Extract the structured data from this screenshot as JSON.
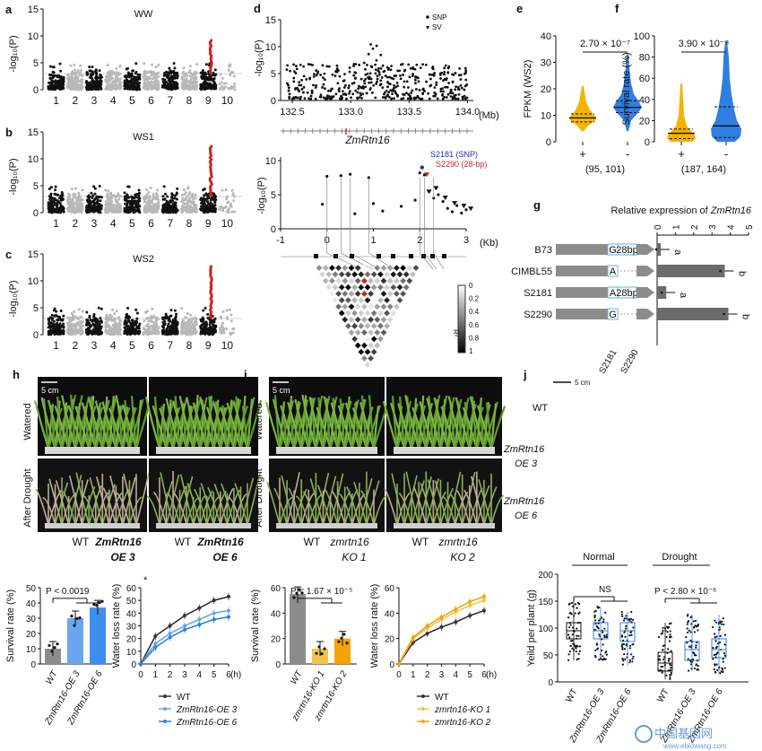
{
  "panels": {
    "a": {
      "label": "a",
      "title": "WW",
      "ylabel": "-log₁₀(P)",
      "yticks": [
        "0",
        "5",
        "10",
        "15"
      ],
      "chroms": [
        "1",
        "2",
        "3",
        "4",
        "5",
        "6",
        "7",
        "8",
        "9",
        "10"
      ],
      "hit_chrom": "9",
      "peak_logp": 9.3
    },
    "b": {
      "label": "b",
      "title": "WS1",
      "ylabel": "-log₁₀(P)",
      "yticks": [
        "0",
        "5",
        "10",
        "15"
      ],
      "chroms": [
        "1",
        "2",
        "3",
        "4",
        "5",
        "6",
        "7",
        "8",
        "9",
        "10"
      ],
      "hit_chrom": "9",
      "peak_logp": 12.5
    },
    "c": {
      "label": "c",
      "title": "WS2",
      "ylabel": "-log₁₀(P)",
      "yticks": [
        "0",
        "5",
        "10",
        "15"
      ],
      "chroms": [
        "1",
        "2",
        "3",
        "4",
        "5",
        "6",
        "7",
        "8",
        "9",
        "10"
      ],
      "hit_chrom": "9",
      "peak_logp": 12.8
    },
    "d": {
      "label": "d",
      "ylabel": "-log₁₀(P)",
      "yticks_top": [
        "0",
        "5",
        "10",
        "15"
      ],
      "xticks_top": [
        "132.5",
        "133.0",
        "133.5",
        "134.0"
      ],
      "xunit_top": "(Mb)",
      "legend": [
        "SNP",
        "SV"
      ],
      "gene": "ZmRtn16",
      "yticks_mid": [
        "0",
        "5",
        "10"
      ],
      "xticks_mid": [
        "-1",
        "0",
        "1",
        "2",
        "3"
      ],
      "xunit_mid": "(Kb)",
      "snp_label": "S2181 (SNP)",
      "sv_label": "S2290 (28-bp)",
      "r2_ticks": [
        "0",
        "0.2",
        "0.4",
        "0.6",
        "0.8",
        "1"
      ],
      "r2_label": "R²",
      "colors": {
        "snp_label": "#1f2fbf",
        "sv_label": "#d21f1f",
        "hit": "#d21f1f"
      }
    },
    "e": {
      "label": "e",
      "ylabel": "FPKM (WS2)",
      "yticks": [
        "0",
        "10",
        "20",
        "30",
        "40"
      ],
      "pvalue": "2.70 × 10⁻⁷",
      "groups": [
        "+",
        "-"
      ],
      "n": "(95, 101)"
    },
    "f": {
      "label": "f",
      "ylabel": "Survival rate (%)",
      "yticks": [
        "0",
        "20",
        "40",
        "60",
        "80",
        "100"
      ],
      "pvalue": "3.90 × 10⁻⁸",
      "groups": [
        "+",
        "-"
      ],
      "n": "(187, 164)"
    },
    "g": {
      "label": "g",
      "title": "Relative expression of ",
      "title_gene": "ZmRtn16",
      "xticks": [
        "0",
        "1",
        "2",
        "3",
        "4",
        "5"
      ],
      "lines": [
        {
          "name": "B73",
          "snp": "G",
          "sv": "28bp",
          "value": 0.2,
          "sig": "a"
        },
        {
          "name": "CIMBL55",
          "snp": "A",
          "sv": "",
          "value": 3.7,
          "sig": "b"
        },
        {
          "name": "S2181",
          "snp": "A",
          "sv": "28bp",
          "value": 0.5,
          "sig": "a"
        },
        {
          "name": "S2290",
          "snp": "G",
          "sv": "",
          "value": 3.9,
          "sig": "b"
        }
      ],
      "markers": [
        "S2181",
        "S2290"
      ]
    },
    "h": {
      "label": "h",
      "scale": "5 cm",
      "rows": [
        "Watered",
        "After Drought"
      ],
      "cols": [
        "WT",
        "ZmRtn16",
        "OE 3",
        "WT",
        "ZmRtn16",
        "OE 6"
      ],
      "bar_ylabel": "Survival rate (%)",
      "bar_yticks": [
        "0",
        "10",
        "20",
        "30",
        "40",
        "50"
      ],
      "bar_pvalue": "P < 0.0019",
      "bar_groups": [
        "WT",
        "ZmRtn16-OE 3",
        "ZmRtn16-OE 6"
      ],
      "bar_values": [
        10,
        30,
        37
      ],
      "line_ylabel": "Water loss rate (%)",
      "line_yticks": [
        "0",
        "10",
        "20",
        "30",
        "40",
        "50",
        "60"
      ],
      "line_xticks": [
        "0",
        "1",
        "2",
        "3",
        "4",
        "5",
        "6"
      ],
      "line_xunit": "(h)",
      "legend": [
        "WT",
        "ZmRtn16-OE 3",
        "ZmRtn16-OE 6"
      ],
      "colors": {
        "wt": "#333333",
        "oe3": "#6aa6f0",
        "oe6": "#2f7fe0"
      }
    },
    "i": {
      "label": "i",
      "scale": "5 cm",
      "rows": [
        "Watered",
        "After Drought"
      ],
      "cols": [
        "WT",
        "zmrtn16",
        "KO 1",
        "WT",
        "zmrtn16",
        "KO 2"
      ],
      "bar_ylabel": "Survival rate (%)",
      "bar_yticks": [
        "0",
        "20",
        "40",
        "60"
      ],
      "bar_pvalue": "P < 1.67 × 10⁻⁵",
      "bar_groups": [
        "WT",
        "zmrtn16-KO 1",
        "zmrtn16-KO 2"
      ],
      "bar_values": [
        55,
        12,
        20
      ],
      "line_ylabel": "Water loss rate (%)",
      "line_yticks": [
        "0",
        "20",
        "40",
        "60"
      ],
      "line_xticks": [
        "0",
        "1",
        "2",
        "3",
        "4",
        "5",
        "6"
      ],
      "line_xunit": "(h)",
      "legend": [
        "WT",
        "zmrtn16-KO 1",
        "zmrtn16-KO 2"
      ],
      "colors": {
        "wt": "#333333",
        "ko1": "#f2c44a",
        "ko2": "#f5a300"
      }
    },
    "j": {
      "label": "j",
      "scale": "5 cm",
      "rows": [
        "WT",
        "ZmRtn16",
        "OE 3",
        "ZmRtn16",
        "OE 6"
      ],
      "ylabel": "Yeild per plant (g)",
      "yticks": [
        "0",
        "50",
        "100",
        "150",
        "200"
      ],
      "normal": "Normal",
      "drought": "Drought",
      "ns": "NS",
      "pvalue": "P < 2.80 × 10⁻⁶",
      "groups": [
        "WT",
        "ZmRtn16-OE 3",
        "ZmRtn16-OE 6"
      ],
      "watermark": [
        "中国基因网",
        "www.ebiowang.com"
      ]
    }
  },
  "chart_data": [
    {
      "type": "scatter",
      "title": "WW",
      "xlabel": "",
      "ylabel": "-log10(P)",
      "ylim": [
        0,
        15
      ],
      "categories": [
        "1",
        "2",
        "3",
        "4",
        "5",
        "6",
        "7",
        "8",
        "9",
        "10"
      ],
      "peak": {
        "chrom": "9",
        "value": 9.3
      }
    },
    {
      "type": "scatter",
      "title": "WS1",
      "xlabel": "",
      "ylabel": "-log10(P)",
      "ylim": [
        0,
        15
      ],
      "categories": [
        "1",
        "2",
        "3",
        "4",
        "5",
        "6",
        "7",
        "8",
        "9",
        "10"
      ],
      "peak": {
        "chrom": "9",
        "value": 12.5
      }
    },
    {
      "type": "scatter",
      "title": "WS2",
      "xlabel": "",
      "ylabel": "-log10(P)",
      "ylim": [
        0,
        15
      ],
      "categories": [
        "1",
        "2",
        "3",
        "4",
        "5",
        "6",
        "7",
        "8",
        "9",
        "10"
      ],
      "peak": {
        "chrom": "9",
        "value": 12.8
      }
    },
    {
      "type": "bar",
      "title": "",
      "xlabel": "",
      "ylabel": "Survival rate (%)",
      "ylim": [
        0,
        50
      ],
      "categories": [
        "WT",
        "ZmRtn16-OE 3",
        "ZmRtn16-OE 6"
      ],
      "values": [
        10,
        30,
        37
      ]
    },
    {
      "type": "line",
      "title": "",
      "xlabel": "(h)",
      "ylabel": "Water loss rate (%)",
      "ylim": [
        0,
        60
      ],
      "x": [
        0,
        1,
        2,
        3,
        4,
        5,
        6
      ],
      "series": [
        {
          "name": "WT",
          "values": [
            0,
            22,
            30,
            38,
            44,
            50,
            53
          ]
        },
        {
          "name": "ZmRtn16-OE 3",
          "values": [
            0,
            16,
            24,
            30,
            35,
            40,
            42
          ]
        },
        {
          "name": "ZmRtn16-OE 6",
          "values": [
            0,
            13,
            21,
            27,
            31,
            35,
            37
          ]
        }
      ]
    },
    {
      "type": "bar",
      "title": "",
      "xlabel": "",
      "ylabel": "Survival rate (%)",
      "ylim": [
        0,
        60
      ],
      "categories": [
        "WT",
        "zmrtn16-KO 1",
        "zmrtn16-KO 2"
      ],
      "values": [
        55,
        12,
        20
      ]
    },
    {
      "type": "line",
      "title": "",
      "xlabel": "(h)",
      "ylabel": "Water loss rate (%)",
      "ylim": [
        0,
        60
      ],
      "x": [
        0,
        1,
        2,
        3,
        4,
        5,
        6
      ],
      "series": [
        {
          "name": "WT",
          "values": [
            0,
            17,
            24,
            29,
            33,
            38,
            42
          ]
        },
        {
          "name": "zmrtn16-KO 1",
          "values": [
            0,
            20,
            28,
            35,
            41,
            46,
            50
          ]
        },
        {
          "name": "zmrtn16-KO 2",
          "values": [
            0,
            21,
            30,
            37,
            43,
            49,
            53
          ]
        }
      ]
    },
    {
      "type": "bar",
      "title": "Relative expression of ZmRtn16",
      "xlabel": "",
      "ylabel": "",
      "xlim": [
        0,
        5
      ],
      "categories": [
        "B73",
        "CIMBL55",
        "S2181",
        "S2290"
      ],
      "values": [
        0.2,
        3.7,
        0.5,
        3.9
      ]
    }
  ]
}
